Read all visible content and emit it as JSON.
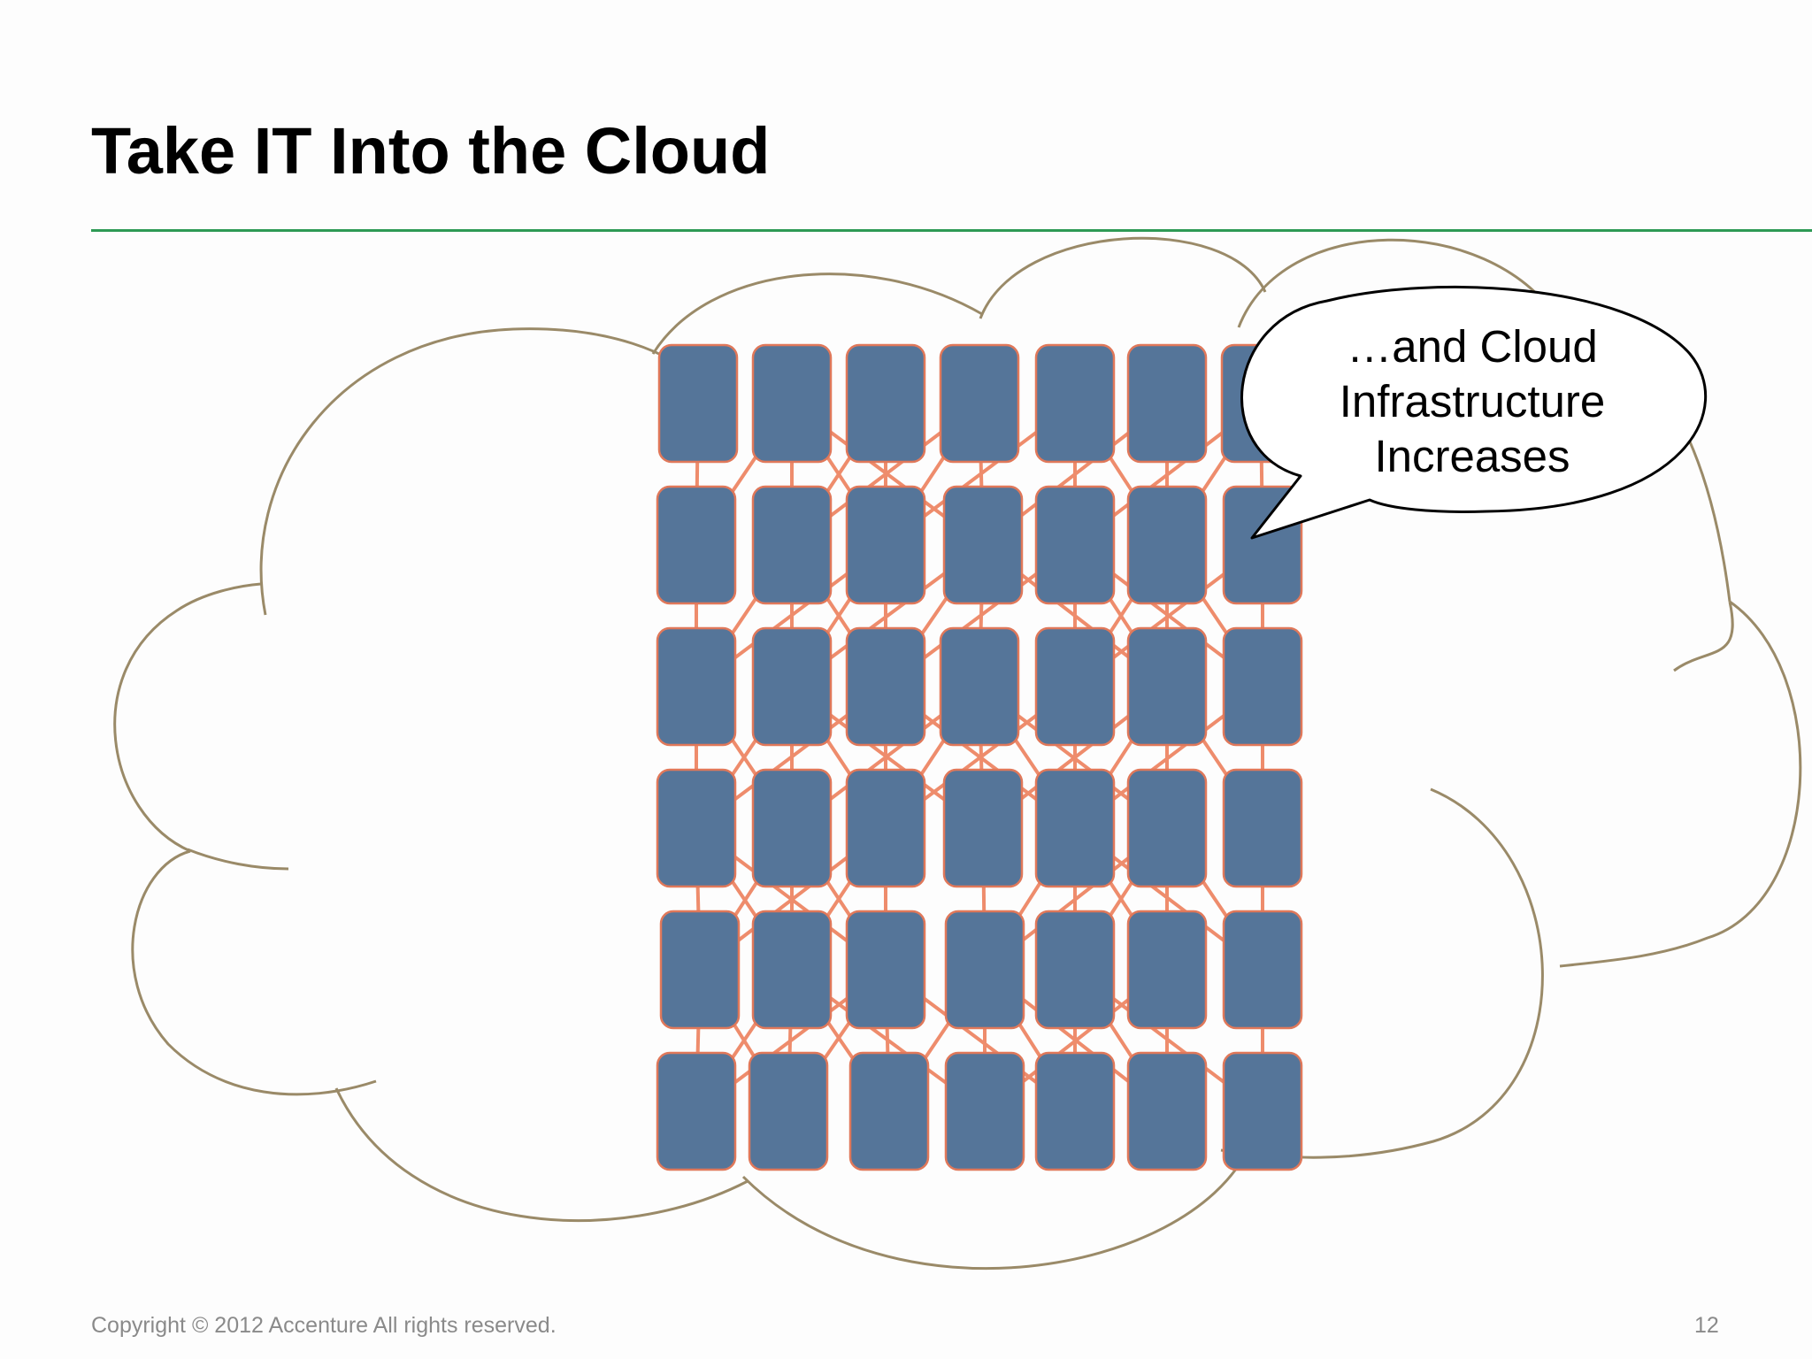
{
  "slide": {
    "title": "Take IT Into the Cloud",
    "copyright": "Copyright © 2012 Accenture  All rights reserved.",
    "page_number": "12"
  },
  "callout": {
    "lines": [
      "…and Cloud",
      "Infrastructure",
      "Increases"
    ]
  },
  "server_grid": {
    "rows": 6,
    "columns": 7
  },
  "colors": {
    "title_rule": "#2e9a55",
    "cloud_outline": "#9a8a68",
    "server_fill": "#557599",
    "server_border": "#e0785a",
    "connection": "#ee8c6c"
  }
}
